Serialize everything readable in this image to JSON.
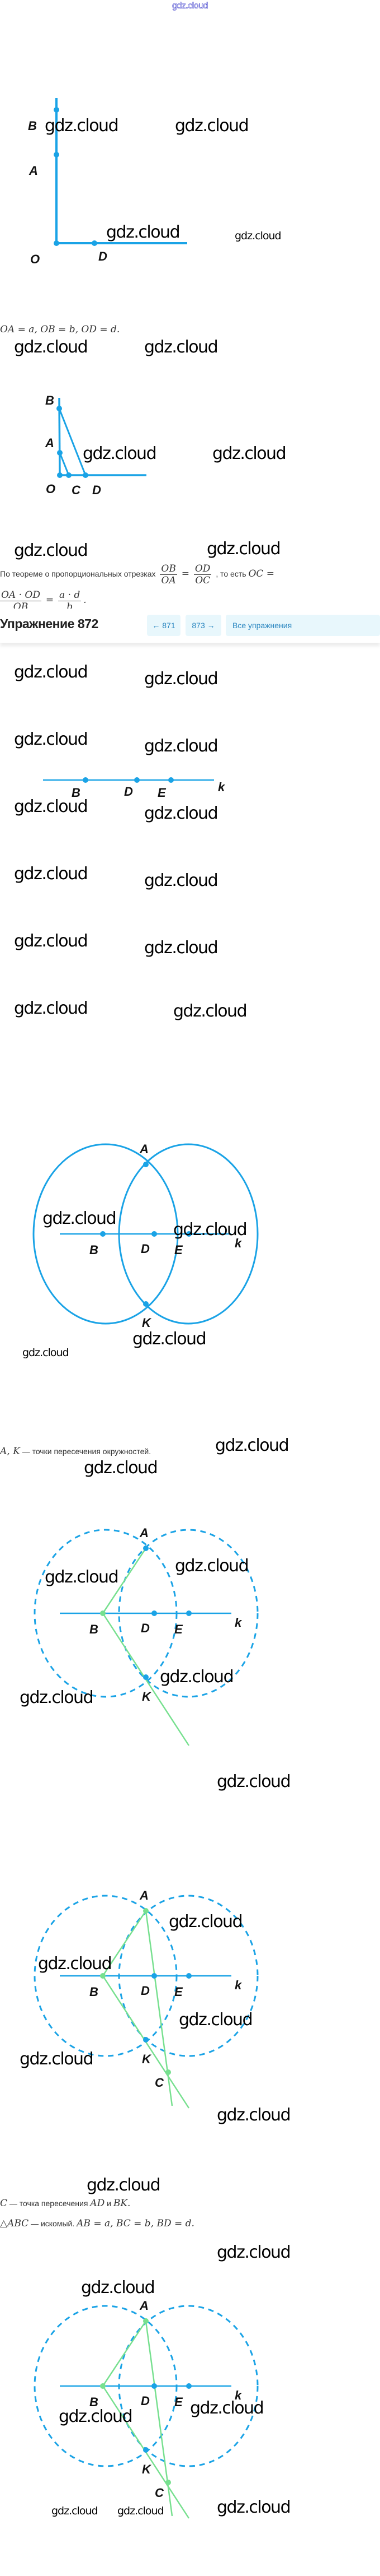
{
  "watermark": "gdz.cloud",
  "top_logo": "gdz.cloud",
  "colors": {
    "line": "#1aa3e6",
    "construction": "#77e08f",
    "button_bg": "#e8f7fc",
    "button_text": "#2a86c0"
  },
  "diagram1": {
    "labels": {
      "B": "B",
      "A": "A",
      "O": "O",
      "D": "D"
    }
  },
  "given_text": "OA = a, OB = b, OD = d.",
  "diagram2": {
    "labels": {
      "B": "B",
      "A": "A",
      "O": "O",
      "C": "C",
      "D": "D"
    }
  },
  "theorem": {
    "prefix": "По теореме о пропорциональных отрезках",
    "f1_num": "OB",
    "f1_den": "OA",
    "eq": "=",
    "f2_num": "OD",
    "f2_den": "OC",
    "middle": ", то есть",
    "oc_eq": "OC =",
    "f3_num": "OA · OD",
    "f3_den": "OB",
    "f4_num": "a · d",
    "f4_den": "b",
    "end": "."
  },
  "header": {
    "title": "Упражнение 872",
    "prev": "← 871",
    "next": "873 →",
    "all": "Все упражнения"
  },
  "line_diagram": {
    "labels": {
      "B": "B",
      "D": "D",
      "E": "E",
      "k": "k"
    }
  },
  "circles_diagram": {
    "labels": {
      "A": "A",
      "B": "B",
      "D": "D",
      "E": "E",
      "K": "K",
      "k": "k"
    }
  },
  "text_ak": {
    "math": "A, K",
    "rest": " — точки пересечения окружностей."
  },
  "dashed_diagram": {
    "labels": {
      "A": "A",
      "B": "B",
      "D": "D",
      "E": "E",
      "K": "K",
      "k": "k",
      "C": "C"
    }
  },
  "text_c": {
    "math": "C",
    "rest": " — точка пересечения ",
    "ad": "AD",
    "and": " и ",
    "bk": "BK",
    "end": "."
  },
  "text_abc": {
    "math": "△ABC",
    "rest": " — искомый. ",
    "eqs": "AB = a, BC = b, BD = d."
  }
}
